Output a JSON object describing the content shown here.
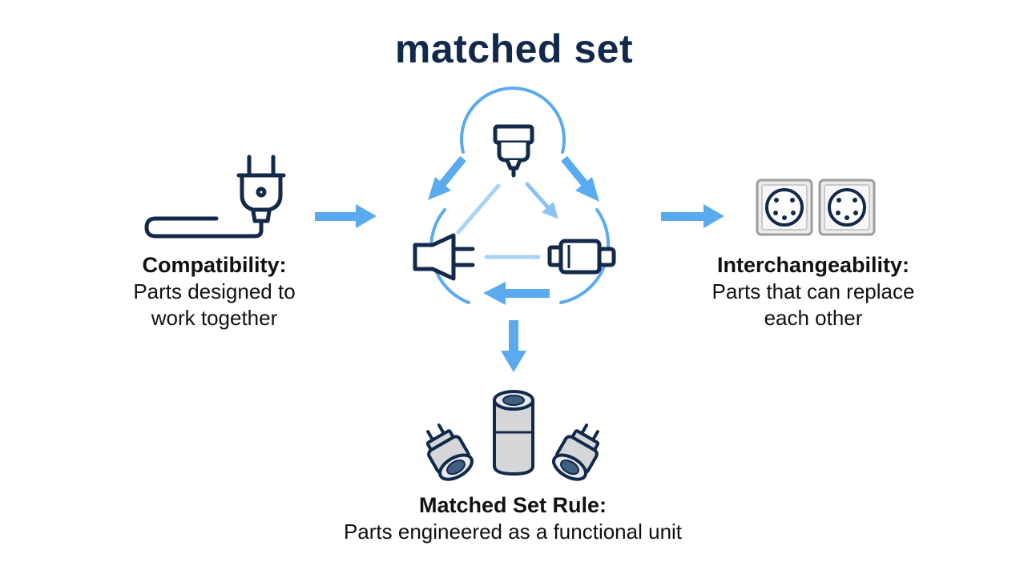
{
  "title": "matched set",
  "compatibility": {
    "heading": "Compatibility:",
    "line1": "Parts designed to",
    "line2": "work together"
  },
  "interchangeability": {
    "heading": "Interchangeability:",
    "line1": "Parts that can replace",
    "line2": "each other"
  },
  "matched_set_rule": {
    "heading": "Matched Set Rule:",
    "line1": "Parts engineered as a functional unit"
  },
  "colors": {
    "navy": "#13294b",
    "blue": "#5aaaf0",
    "light_blue": "#a9d3f7",
    "gray": "#b4b6b8"
  }
}
